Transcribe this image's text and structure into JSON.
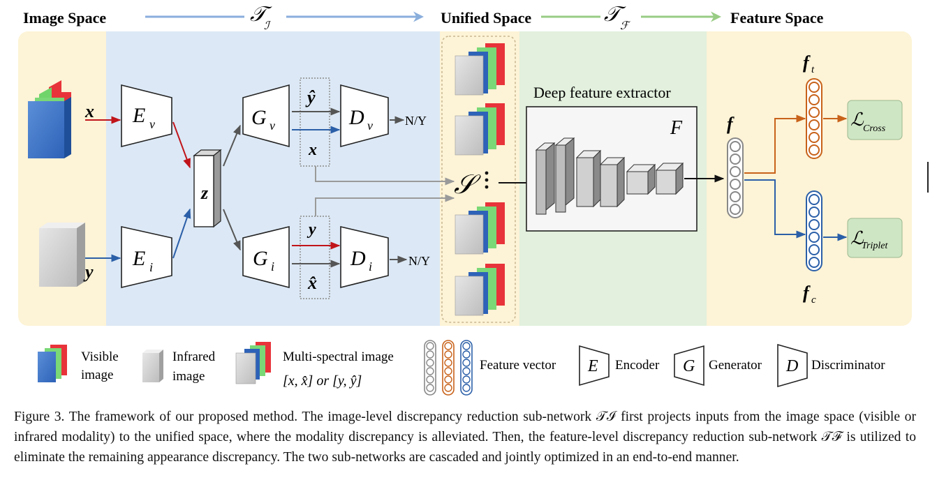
{
  "sections": {
    "image_space": "Image Space",
    "unified_space": "Unified Space",
    "feature_space": "Feature Space",
    "t_i": "𝒯",
    "t_i_sub": "ℐ",
    "t_f": "𝒯",
    "t_f_sub": "ℱ"
  },
  "nodes": {
    "x": "x",
    "y": "y",
    "enc_v": "E",
    "enc_v_sub": "v",
    "enc_i": "E",
    "enc_i_sub": "i",
    "z": "z",
    "gen_v": "G",
    "gen_v_sub": "v",
    "gen_i": "G",
    "gen_i_sub": "i",
    "disc_v": "D",
    "disc_v_sub": "v",
    "disc_i": "D",
    "disc_i_sub": "i",
    "y_hat": "ŷ",
    "x_hat": "x̂",
    "x_box": "x",
    "y_box": "y",
    "ny_top": "N/Y",
    "ny_bottom": "N/Y",
    "s": "𝒮",
    "extractor_title": "Deep feature extractor",
    "extractor_f": "F",
    "f": "f",
    "f_t": "f",
    "f_t_sub": "t",
    "f_c": "f",
    "f_c_sub": "c",
    "loss_cross": "ℒ",
    "loss_cross_sub": "Cross",
    "loss_triplet": "ℒ",
    "loss_triplet_sub": "Triplet"
  },
  "legend": {
    "visible": [
      "Visible",
      "image"
    ],
    "infrared": [
      "Infrared",
      "image"
    ],
    "multispectral": "Multi-spectral image",
    "multispectral_pair": "[x, x̂] or [y, ŷ]",
    "feature_vector": "Feature vector",
    "encoder_symbol": "E",
    "encoder": "Encoder",
    "generator_symbol": "G",
    "generator": "Generator",
    "discriminator_symbol": "D",
    "discriminator": "Discriminator"
  },
  "caption": "Figure 3. The framework of our proposed method. The image-level discrepancy reduction sub-network 𝒯ℐ first projects inputs from the image space (visible or infrared modality) to the unified space, where the modality discrepancy is alleviated. Then, the feature-level discrepancy reduction sub-network 𝒯ℱ is utilized to eliminate the remaining appearance discrepancy. The two sub-networks are cascaded and jointly optimized in an end-to-end manner.",
  "colors": {
    "image_space_bg": "#fdf3d6",
    "it_bg": "#dce8f5",
    "unified_bg": "#fdf3d6",
    "ft_bg": "#e2f0dd",
    "feature_space_bg": "#fdf3d6",
    "arrow_blue": "#8aaedc",
    "arrow_green": "#98cc84",
    "red_arrow": "#c0141a",
    "blue_arrow": "#2b5fa8",
    "orange": "#c8621a",
    "loss_box": "#cfe6c4"
  }
}
